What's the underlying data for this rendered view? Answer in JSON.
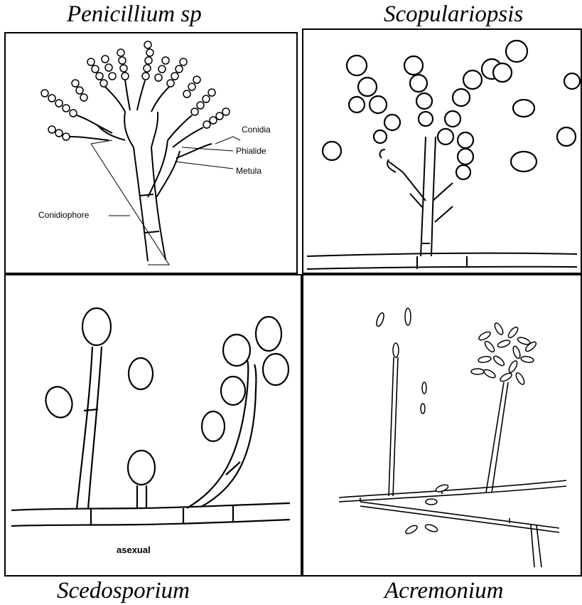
{
  "captions": {
    "top_left": "Penicillium sp",
    "top_right": "Scopulariopsis",
    "bottom_left": "Scedosporium",
    "bottom_right": "Acremonium"
  },
  "penicillium_labels": {
    "conidia": "Conidia",
    "phialide": "Phialide",
    "metula": "Metula",
    "conidiophore": "Conidiophore"
  },
  "scedosporium_labels": {
    "asexual": "asexual"
  },
  "colors": {
    "ink": "#000000",
    "background": "#ffffff"
  }
}
